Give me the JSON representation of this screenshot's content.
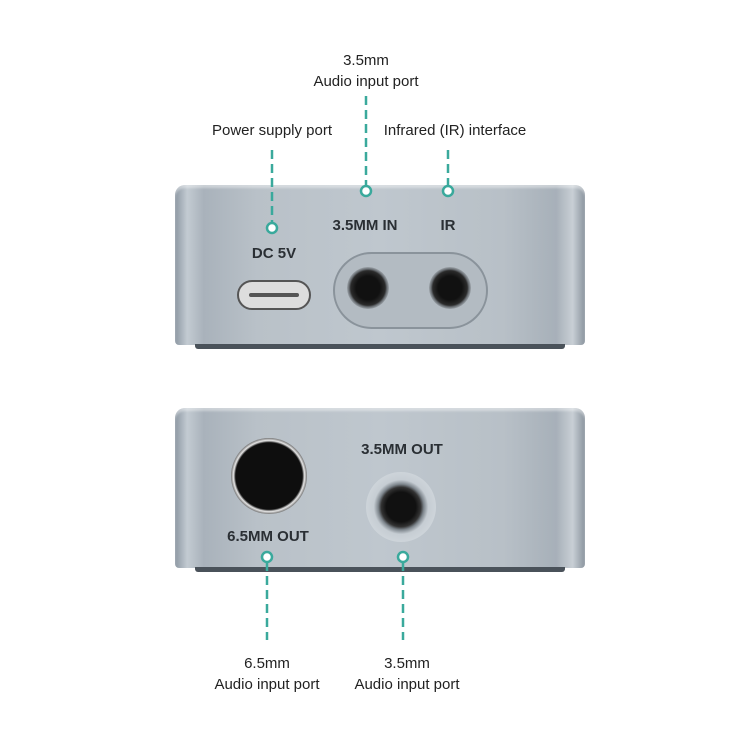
{
  "top_callouts": {
    "audio_in": {
      "line1": "3.5mm",
      "line2": "Audio input port"
    },
    "power": "Power supply port",
    "ir": "Infrared (IR) interface"
  },
  "top_device": {
    "dc_label": "DC 5V",
    "in_label": "3.5MM IN",
    "ir_label": "IR"
  },
  "bottom_device": {
    "out65_label": "6.5MM OUT",
    "out35_label": "3.5MM OUT"
  },
  "bottom_callouts": {
    "left": {
      "line1": "6.5mm",
      "line2": "Audio input port"
    },
    "right": {
      "line1": "3.5mm",
      "line2": "Audio input port"
    }
  },
  "colors": {
    "accent": "#3aa99c",
    "body": "#bcc4cb"
  }
}
